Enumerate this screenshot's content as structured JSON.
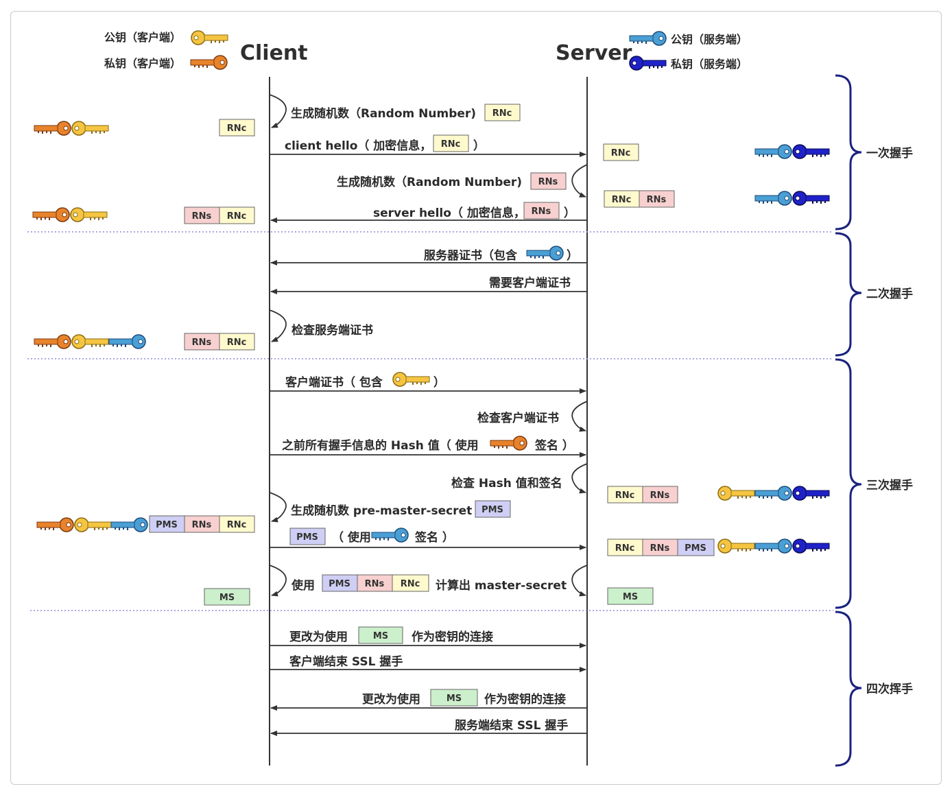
{
  "participants": {
    "client": "Client",
    "server": "Server"
  },
  "legend": {
    "client_public": "公钥（客户端）",
    "client_private": "私钥（客户端）",
    "server_public": "公钥（服务端）",
    "server_private": "私钥（服务端）"
  },
  "colors": {
    "rnc": "#fffacd",
    "rns": "#f8d0d0",
    "pms": "#cfcff5",
    "ms": "#ccefcc",
    "client_public_key": "#f5c542",
    "client_private_key": "#e8832b",
    "server_public_key": "#4a9fd4",
    "server_private_key": "#1f22c8",
    "brace": "#1a237e"
  },
  "tokens": {
    "rnc": "RNc",
    "rns": "RNs",
    "pms": "PMS",
    "ms": "MS"
  },
  "phases": [
    "一次握手",
    "二次握手",
    "三次握手",
    "四次挥手"
  ],
  "messages": {
    "m1": "生成随机数（Random Number)",
    "m2a": "client hello（ 加密信息，",
    "m2b": "）",
    "m3": "生成随机数（Random Number)",
    "m4a": "server hello（ 加密信息，",
    "m4b": "）",
    "m5a": "服务器证书（包含",
    "m5b": "）",
    "m6": "需要客户端证书",
    "m7": "检查服务端证书",
    "m8a": "客户端证书（ 包含",
    "m8b": "）",
    "m9": "检查客户端证书",
    "m10a": "之前所有握手信息的 Hash 值（ 使用",
    "m10b": "签名 ）",
    "m11": "检查 Hash 值和签名",
    "m12": "生成随机数 pre-master-secret",
    "m13a": "（ 使用",
    "m13b": "签名 ）",
    "m14a": "使用",
    "m14b": "计算出 master-secret",
    "m15a": "更改为使用",
    "m15b": "作为密钥的连接",
    "m16": "客户端结束 SSL 握手",
    "m17a": "更改为使用",
    "m17b": "作为密钥的连接",
    "m18": "服务端结束 SSL 握手"
  }
}
